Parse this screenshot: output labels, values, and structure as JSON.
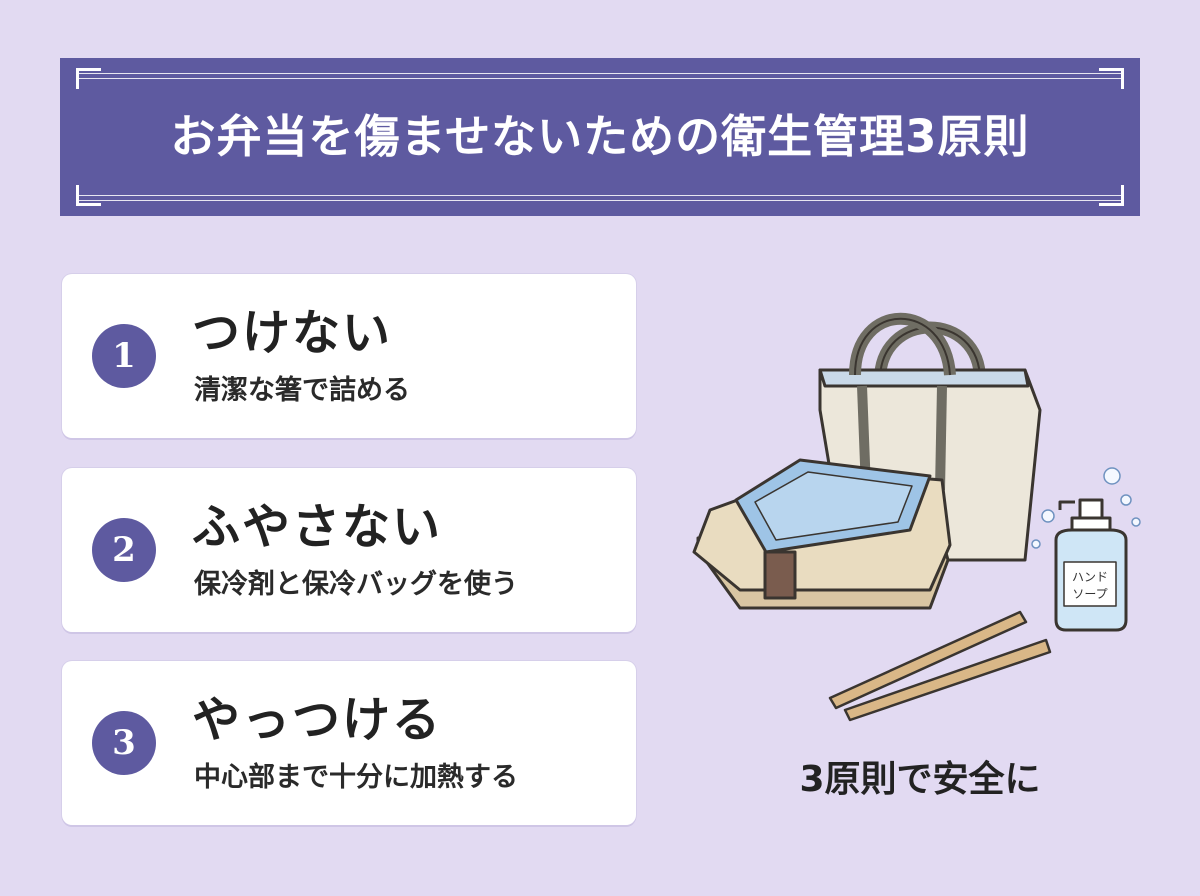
{
  "banner": {
    "title": "お弁当を傷ませないための衛生管理3原則"
  },
  "principles": [
    {
      "number": "1",
      "title": "つけない",
      "subtitle": "清潔な箸で詰める"
    },
    {
      "number": "2",
      "title": "ふやさない",
      "subtitle": "保冷剤と保冷バッグを使う"
    },
    {
      "number": "3",
      "title": "やっつける",
      "subtitle": "中心部まで十分に加熱する"
    }
  ],
  "illustration": {
    "soap_label_line1": "ハンド",
    "soap_label_line2": "ソープ"
  },
  "caption": "3原則で安全に",
  "colors": {
    "background": "#e2daf2",
    "accent": "#5e5aa0",
    "card": "#ffffff"
  }
}
